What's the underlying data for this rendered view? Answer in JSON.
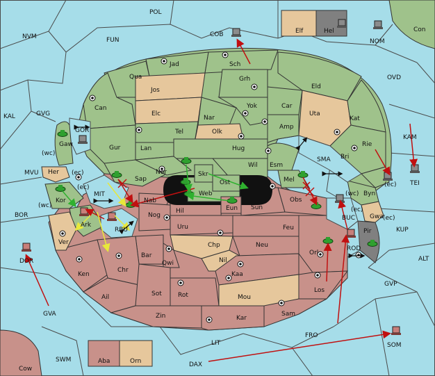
{
  "colors": {
    "sea": "#a6dde9",
    "green_power": "#9fc28b",
    "tan_neutral": "#e6c79c",
    "red_power": "#c8918a",
    "grey": "#808080",
    "move_red": "#c01010",
    "move_green": "#2fb12f",
    "move_yellow": "#e8e83a"
  },
  "labels": {
    "pol": "POL",
    "cob": "COB",
    "elf": "Elf",
    "hel": "Hel",
    "con": "Con",
    "nvm": "NVM",
    "fun": "FUN",
    "nom": "NOM",
    "ovd": "OVD",
    "jad": "Jad",
    "sch": "Sch",
    "qua": "Qua",
    "jos": "Jos",
    "grh": "Grh",
    "eld": "Eld",
    "can": "Can",
    "yok": "Yok",
    "car": "Car",
    "uta": "Uta",
    "kal": "KAL",
    "gvg": "GVG",
    "elc": "Elc",
    "nar": "Nar",
    "kat": "Kat",
    "gor": "GOR",
    "tel": "Tel",
    "olk": "Olk",
    "amp": "Amp",
    "kam": "KAM",
    "gaw": "Gaw",
    "gur": "Gur",
    "lan": "Lan",
    "hug": "Hug",
    "bri": "Bri",
    "rie": "Rie",
    "wc1": "(wc)",
    "wc2": "(wc)",
    "wc3": "(wc)",
    "ec1": "(ec)",
    "ec2": "(ec)",
    "ec3": "(ec)",
    "ec4": "(ec)",
    "ec5": "(ec)",
    "mvu": "MVU",
    "her": "Her",
    "nor": "Nor",
    "skr": "Skr",
    "wil": "Wil",
    "esm": "Esm",
    "sma": "SMA",
    "tei": "TEI",
    "sap": "Sap",
    "web": "Web",
    "ost": "Ost",
    "mel": "Mel",
    "byn": "Byn",
    "kor": "Kor",
    "mit": "MIT",
    "nab": "Nab",
    "eun": "Eun",
    "sun": "Sun",
    "obs": "Obs",
    "gwa": "Gwa",
    "bor": "BOR",
    "hil": "Hil",
    "ark": "Ark",
    "nog": "Nog",
    "buc": "BUC",
    "kup": "KUP",
    "rbu": "RBU",
    "uru": "Uru",
    "feu": "Feu",
    "pir": "Pir",
    "ver": "Ver",
    "chp": "Chp",
    "neu": "Neu",
    "rod": "ROD",
    "dor": "DOR",
    "bar": "Bar",
    "qwi": "Qwi",
    "nil": "Nil",
    "orl": "Orl",
    "alt": "ALT",
    "ken": "Ken",
    "chr": "Chr",
    "kaa": "Kaa",
    "gvp": "GVP",
    "los": "Los",
    "ail": "Ail",
    "sot": "Sot",
    "rot": "Rot",
    "mou": "Mou",
    "gva": "GVA",
    "zin": "Zin",
    "kar": "Kar",
    "sam": "Sam",
    "fro": "FRO",
    "lit": "LIT",
    "swm": "SWM",
    "aba": "Aba",
    "orn": "Orn",
    "som": "SOM",
    "dax": "DAX",
    "cow": "Cow"
  }
}
